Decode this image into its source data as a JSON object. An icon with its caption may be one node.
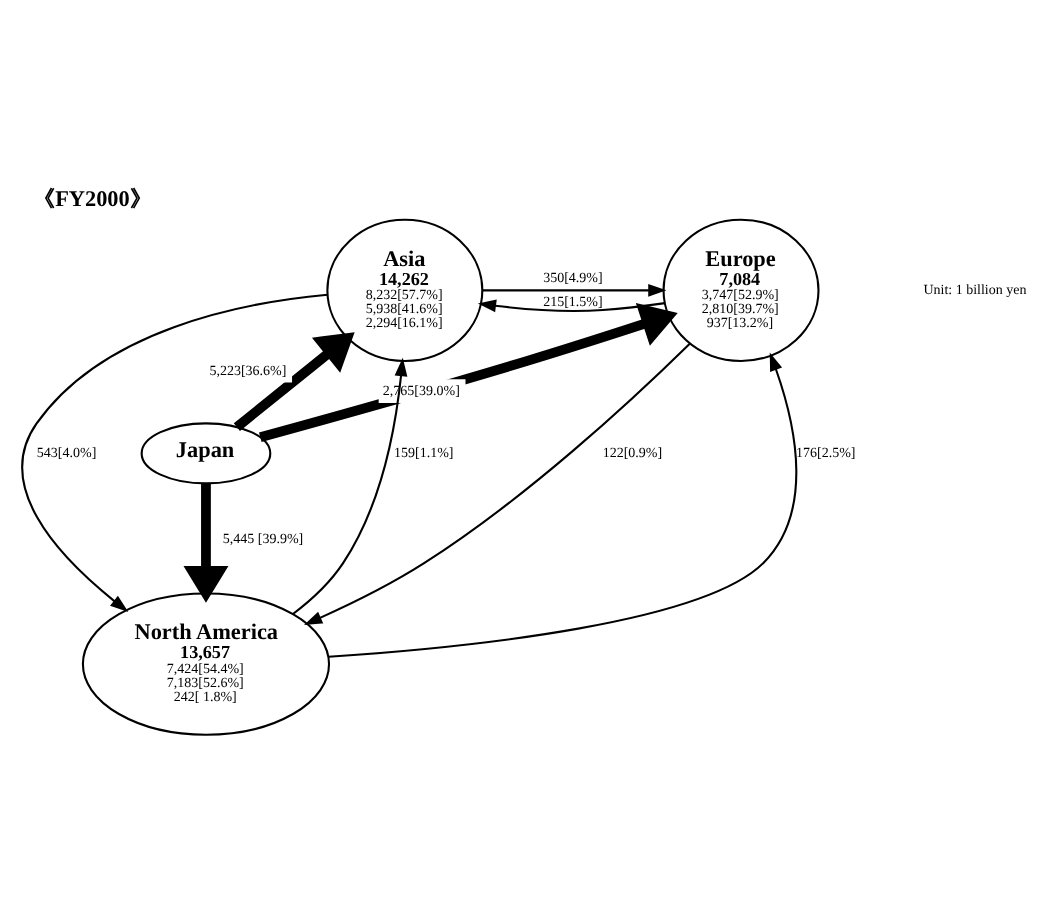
{
  "diagram": {
    "title": "《FY2000》",
    "nodes": [
      {
        "text": [
          "Asia",
          "14,262",
          "8,232[57.7%]",
          "5,938[41.6%]",
          "2,294[16.1%]"
        ]
      },
      {
        "text": [
          "Europe",
          "7,084",
          "3,747[52.9%]",
          "2,810[39.7%]",
          "937[13.2%]"
        ]
      },
      {
        "text": [
          "Japan"
        ]
      },
      {
        "text": [
          "North America",
          "13,657",
          "7,424[54.4%]",
          "7,183[52.6%]",
          "242[ 1.8%]"
        ]
      }
    ],
    "edges": [
      {
        "from": 0,
        "to": 1,
        "arrow": "to",
        "label": "350[4.9%]"
      },
      {
        "from": 1,
        "to": 0,
        "arrow": "to",
        "label": "215[1.5%]"
      },
      {
        "from": 2,
        "to": 0,
        "arrow": "to",
        "label": "5,223[36.6%]",
        "style": "thick"
      },
      {
        "from": 2,
        "to": 1,
        "arrow": "to",
        "label": "2,765[39.0%]",
        "style": "thick"
      },
      {
        "from": 2,
        "to": 3,
        "arrow": "to",
        "label": "5,445 [39.9%]",
        "style": "thick"
      },
      {
        "from": 0,
        "to": 3,
        "arrow": "to",
        "label": "543[4.0%]"
      },
      {
        "from": 3,
        "to": 0,
        "arrow": "to",
        "label": "159[1.1%]"
      },
      {
        "from": 3,
        "to": 1,
        "arrow": "to",
        "label": "176[2.5%]"
      },
      {
        "from": 1,
        "to": 3,
        "arrow": "to",
        "label": "122[0.9%]"
      }
    ],
    "labels": [
      "Unit: 1 billion yen"
    ]
  }
}
